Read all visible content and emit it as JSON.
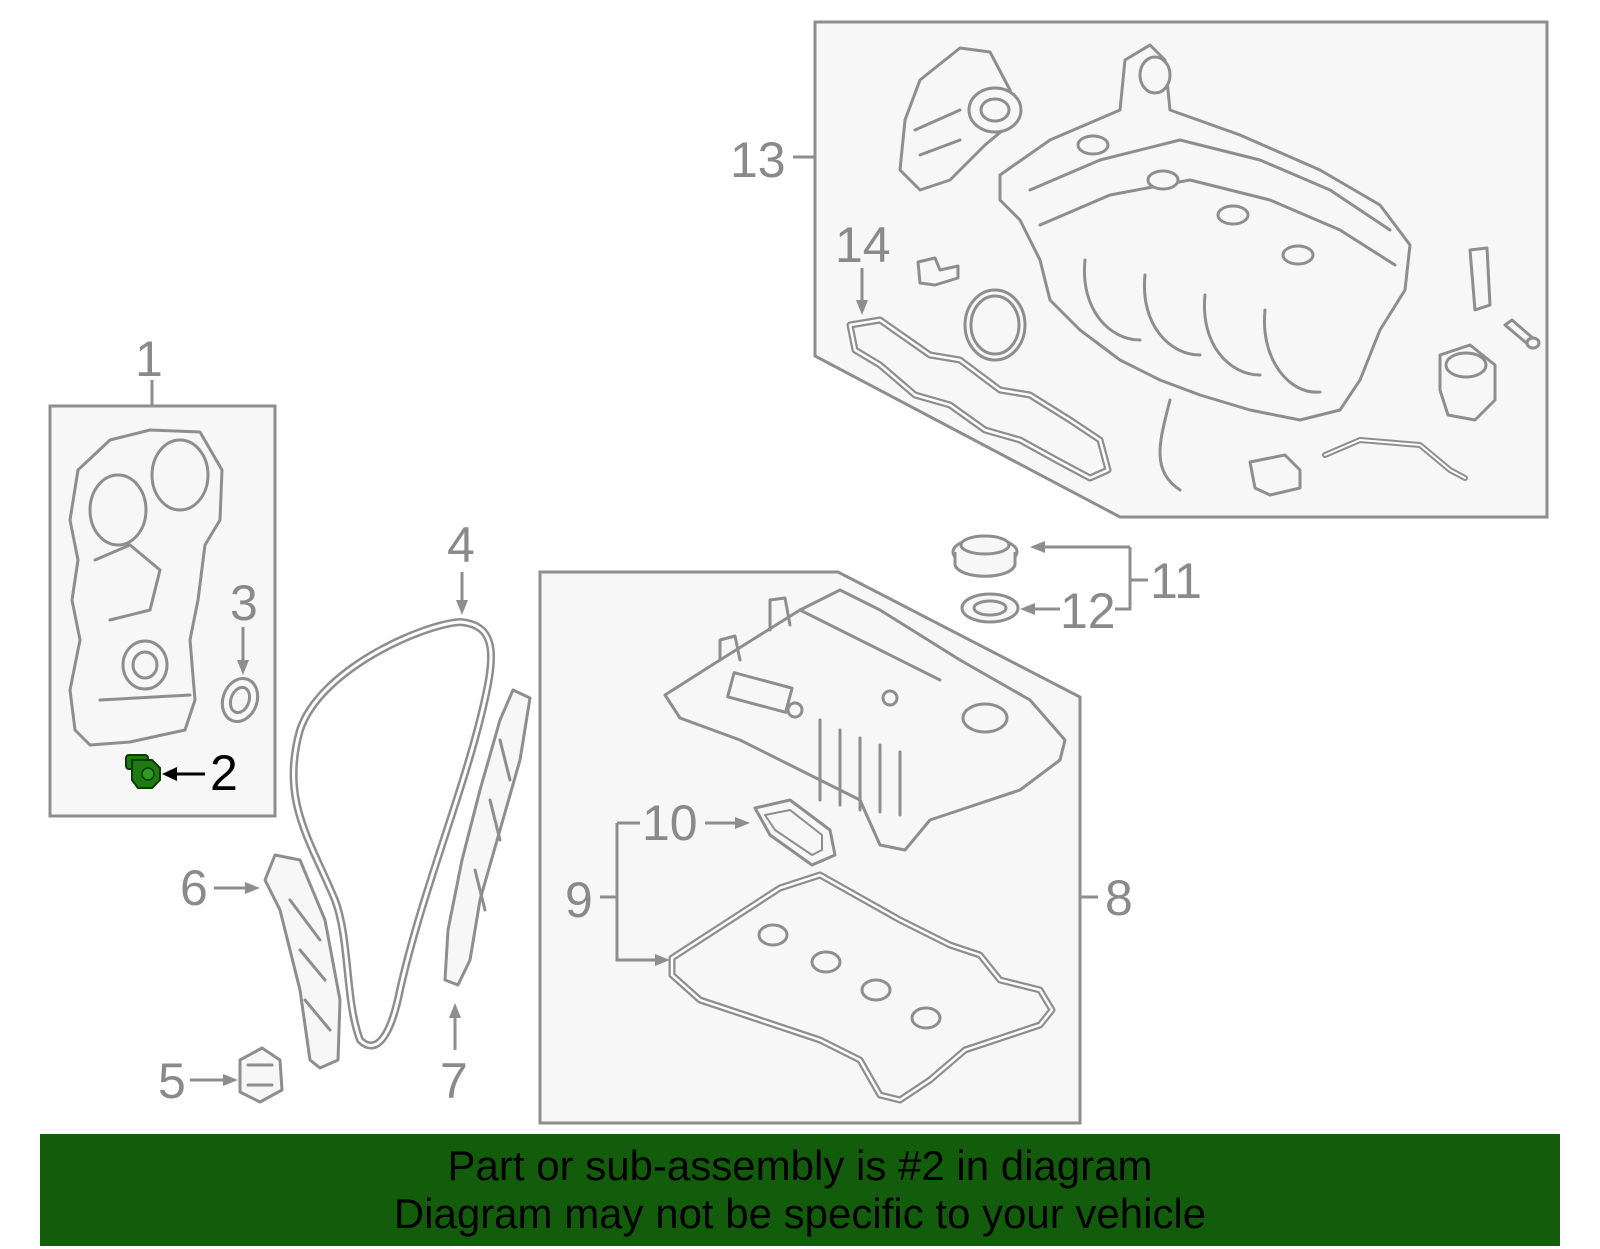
{
  "callouts": {
    "c1": "1",
    "c2": "2",
    "c3": "3",
    "c4": "4",
    "c5": "5",
    "c6": "6",
    "c7": "7",
    "c8": "8",
    "c9": "9",
    "c10": "10",
    "c11": "11",
    "c12": "12",
    "c13": "13",
    "c14": "14"
  },
  "highlight_part": "2",
  "colors": {
    "highlight": "#1f7a12",
    "banner": "#125c0c",
    "line": "#8e8e8e"
  },
  "banner": {
    "line1": "Part or sub-assembly is #2 in diagram",
    "line2": "Diagram may not be specific to your vehicle"
  }
}
